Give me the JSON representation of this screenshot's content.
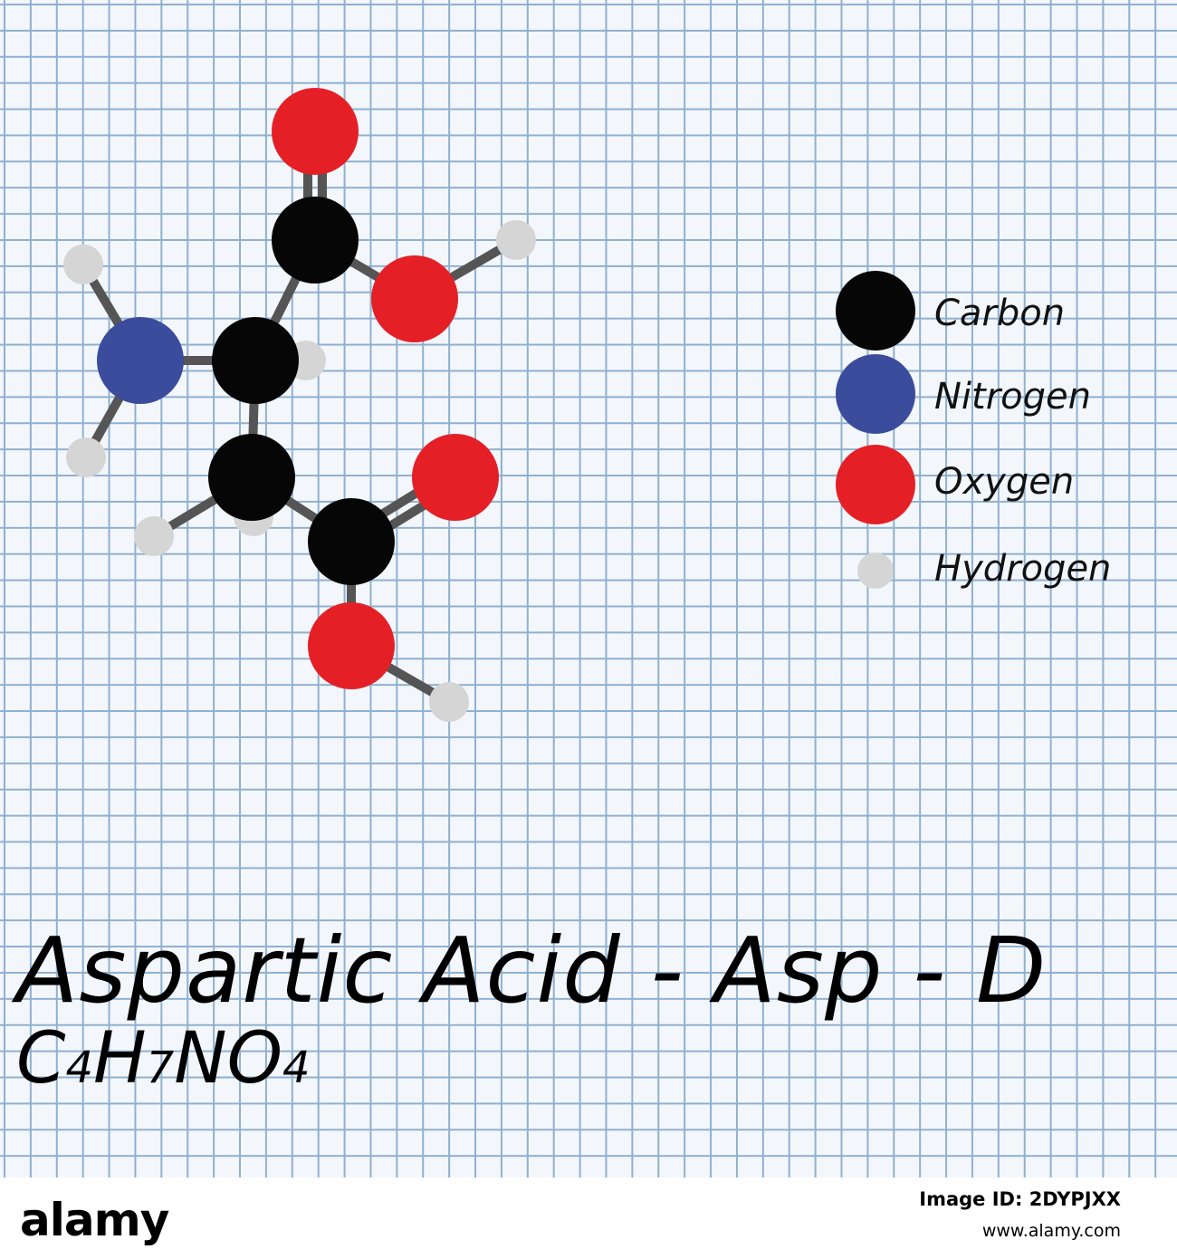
{
  "diagram": {
    "title": "Aspartic Acid - Asp - D",
    "formula": {
      "parts": [
        {
          "text": "C",
          "sub": false
        },
        {
          "text": "4",
          "sub": true
        },
        {
          "text": "H",
          "sub": false
        },
        {
          "text": "7",
          "sub": true
        },
        {
          "text": "NO",
          "sub": false
        },
        {
          "text": "4",
          "sub": true
        }
      ]
    },
    "legend": [
      {
        "label": "Carbon",
        "element": "C",
        "color": "#060606"
      },
      {
        "label": "Nitrogen",
        "element": "N",
        "color": "#3b4c9c"
      },
      {
        "label": "Oxygen",
        "element": "O",
        "color": "#e42026"
      },
      {
        "label": "Hydrogen",
        "element": "H",
        "color": "#d5d5d5"
      }
    ],
    "atoms": [
      {
        "id": "O1",
        "element": "O"
      },
      {
        "id": "C1",
        "element": "C"
      },
      {
        "id": "O2",
        "element": "O"
      },
      {
        "id": "H_O2",
        "element": "H"
      },
      {
        "id": "Ca",
        "element": "C"
      },
      {
        "id": "N",
        "element": "N"
      },
      {
        "id": "H_N1",
        "element": "H"
      },
      {
        "id": "H_N2",
        "element": "H"
      },
      {
        "id": "H_Ca",
        "element": "H"
      },
      {
        "id": "Cb",
        "element": "C"
      },
      {
        "id": "H_Cb1",
        "element": "H"
      },
      {
        "id": "H_Cb2",
        "element": "H"
      },
      {
        "id": "C4",
        "element": "C"
      },
      {
        "id": "O3",
        "element": "O"
      },
      {
        "id": "O4",
        "element": "O"
      },
      {
        "id": "H_O4",
        "element": "H"
      }
    ],
    "bonds": [
      {
        "from": "O1",
        "to": "C1",
        "order": 2
      },
      {
        "from": "C1",
        "to": "O2",
        "order": 1
      },
      {
        "from": "O2",
        "to": "H_O2",
        "order": 1
      },
      {
        "from": "C1",
        "to": "Ca",
        "order": 1
      },
      {
        "from": "Ca",
        "to": "N",
        "order": 1
      },
      {
        "from": "N",
        "to": "H_N1",
        "order": 1
      },
      {
        "from": "N",
        "to": "H_N2",
        "order": 1
      },
      {
        "from": "Ca",
        "to": "H_Ca",
        "order": 1
      },
      {
        "from": "Ca",
        "to": "Cb",
        "order": 1
      },
      {
        "from": "Cb",
        "to": "H_Cb1",
        "order": 1
      },
      {
        "from": "Cb",
        "to": "H_Cb2",
        "order": 1
      },
      {
        "from": "Cb",
        "to": "C4",
        "order": 1
      },
      {
        "from": "C4",
        "to": "O3",
        "order": 2
      },
      {
        "from": "C4",
        "to": "O4",
        "order": 1
      },
      {
        "from": "O4",
        "to": "H_O4",
        "order": 1
      }
    ]
  },
  "footer": {
    "logo": "alamy",
    "image_id": "Image ID: 2DYPJXX",
    "url": "www.alamy.com"
  }
}
